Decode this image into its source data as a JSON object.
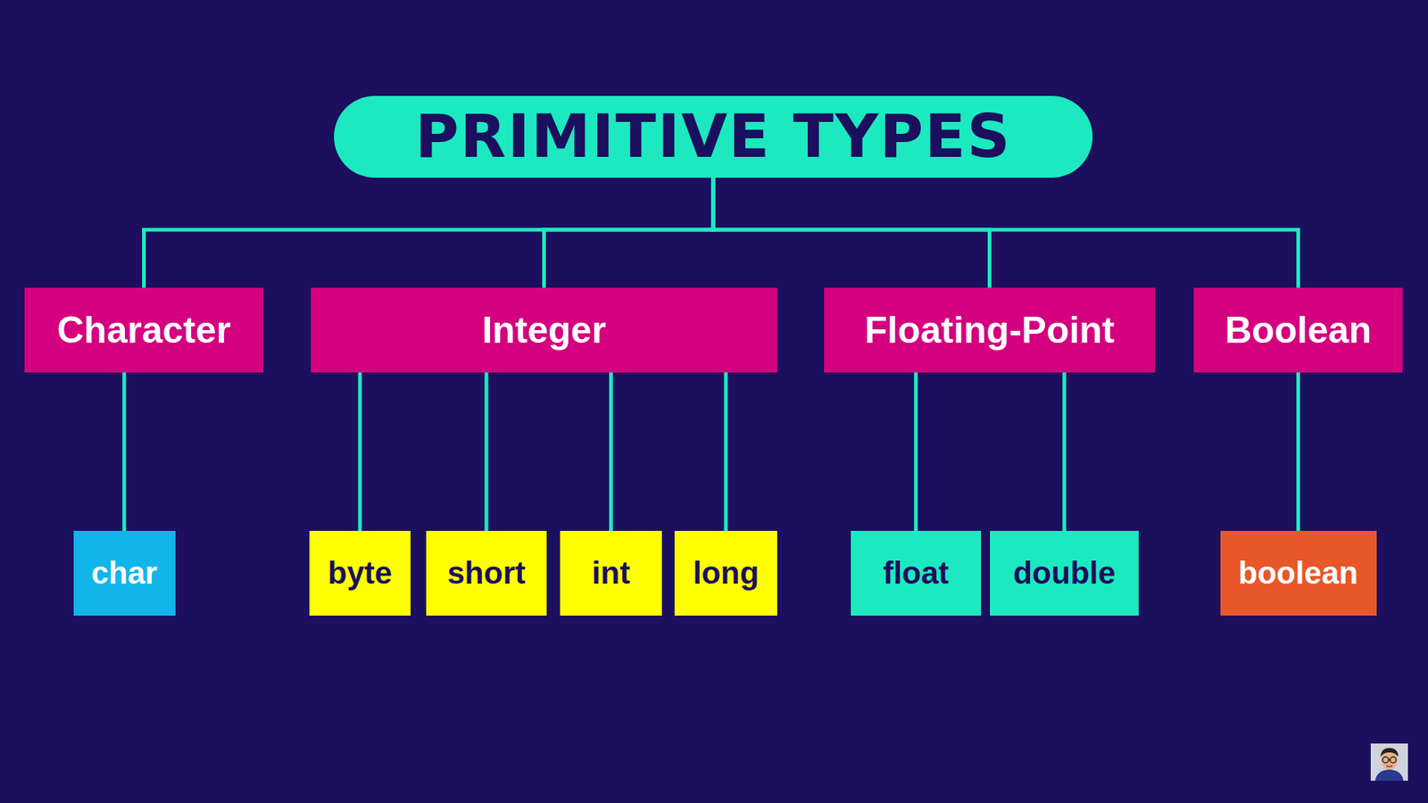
{
  "diagram": {
    "nodes": [
      {
        "text": [
          "PRIMITIVE TYPES"
        ]
      },
      {
        "text": [
          "Character"
        ]
      },
      {
        "text": [
          "Integer"
        ]
      },
      {
        "text": [
          "Floating-Point"
        ]
      },
      {
        "text": [
          "Boolean"
        ]
      },
      {
        "text": [
          "char"
        ]
      },
      {
        "text": [
          "byte"
        ]
      },
      {
        "text": [
          "short"
        ]
      },
      {
        "text": [
          "int"
        ]
      },
      {
        "text": [
          "long"
        ]
      },
      {
        "text": [
          "float"
        ]
      },
      {
        "text": [
          "double"
        ]
      },
      {
        "text": [
          "boolean"
        ]
      }
    ],
    "edges": [
      {
        "from": 0,
        "to": 1,
        "arrow": "none"
      },
      {
        "from": 0,
        "to": 2,
        "arrow": "none"
      },
      {
        "from": 0,
        "to": 3,
        "arrow": "none"
      },
      {
        "from": 0,
        "to": 4,
        "arrow": "none"
      },
      {
        "from": 1,
        "to": 5,
        "arrow": "none"
      },
      {
        "from": 2,
        "to": 6,
        "arrow": "none"
      },
      {
        "from": 2,
        "to": 7,
        "arrow": "none"
      },
      {
        "from": 2,
        "to": 8,
        "arrow": "none"
      },
      {
        "from": 2,
        "to": 9,
        "arrow": "none"
      },
      {
        "from": 3,
        "to": 10,
        "arrow": "none"
      },
      {
        "from": 3,
        "to": 11,
        "arrow": "none"
      },
      {
        "from": 4,
        "to": 12,
        "arrow": "none"
      }
    ]
  }
}
